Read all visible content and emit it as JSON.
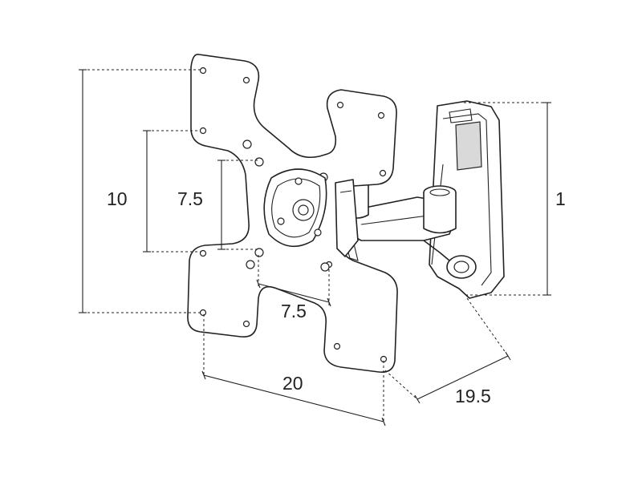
{
  "diagram": {
    "dimensions": {
      "outer_height": "10",
      "inner_height": "7.5",
      "inner_width": "7.5",
      "outer_width": "20",
      "depth": "19.5",
      "bracket_height": "1"
    },
    "colors": {
      "line": "#222222",
      "background": "#ffffff",
      "shade": "#d9d9d9"
    }
  }
}
